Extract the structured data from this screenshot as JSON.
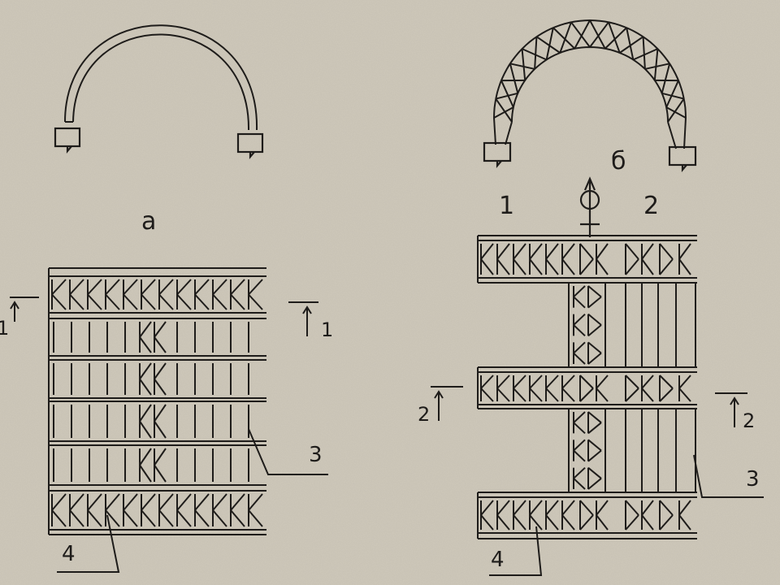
{
  "colors": {
    "paper": "#cfc9bb",
    "ink": "#1e1c1a"
  },
  "left_figure": {
    "label": "а",
    "section_marks": {
      "left": "1",
      "right": "1"
    },
    "leaders": {
      "bottom_right": "3",
      "bottom_left": "4"
    }
  },
  "right_figure": {
    "label": "б",
    "side_labels": {
      "left": "1",
      "right": "2"
    },
    "section_marks": {
      "left": "2",
      "right": "2"
    },
    "leaders": {
      "bottom_right": "3",
      "bottom_left": "4"
    }
  }
}
